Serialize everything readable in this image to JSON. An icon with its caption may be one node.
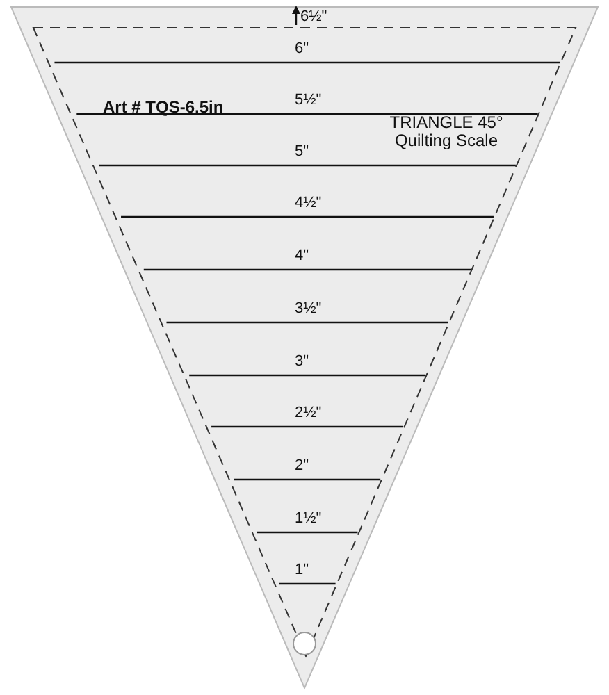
{
  "diagram": {
    "labels": [
      "6½\"",
      "6\"",
      "5½\"",
      "Art # TQS-6.5in",
      "TRIANGLE 45° Quilting Scale",
      "5\"",
      "4½\"",
      "4\"",
      "3½\"",
      "3\"",
      "2½\"",
      "2\"",
      "1½\"",
      "1\""
    ]
  }
}
